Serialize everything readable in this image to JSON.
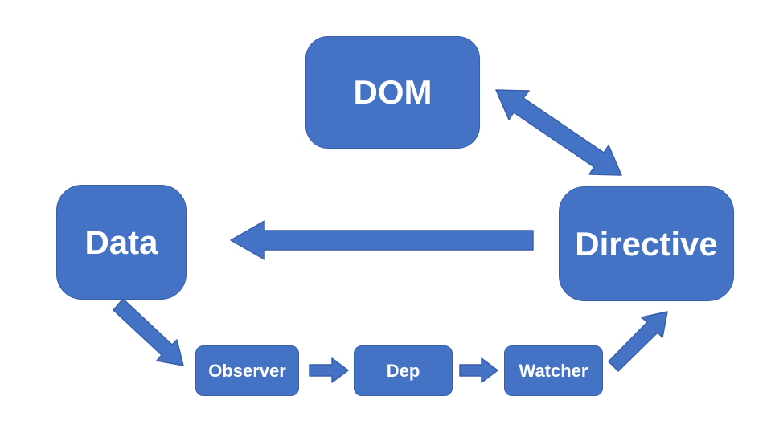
{
  "colors": {
    "shape_fill": "#4472C4",
    "shape_border": "#3A5FA9",
    "label_text": "#FFFFFF",
    "background": "#FFFFFF"
  },
  "nodes": {
    "dom": {
      "label": "DOM"
    },
    "data": {
      "label": "Data"
    },
    "directive": {
      "label": "Directive"
    },
    "observer": {
      "label": "Observer"
    },
    "dep": {
      "label": "Dep"
    },
    "watcher": {
      "label": "Watcher"
    }
  },
  "edges": [
    {
      "from": "dom",
      "to": "directive",
      "bidirectional": true
    },
    {
      "from": "directive",
      "to": "data",
      "bidirectional": false
    },
    {
      "from": "data",
      "to": "observer",
      "bidirectional": false
    },
    {
      "from": "observer",
      "to": "dep",
      "bidirectional": false
    },
    {
      "from": "dep",
      "to": "watcher",
      "bidirectional": false
    },
    {
      "from": "watcher",
      "to": "directive",
      "bidirectional": false
    }
  ]
}
